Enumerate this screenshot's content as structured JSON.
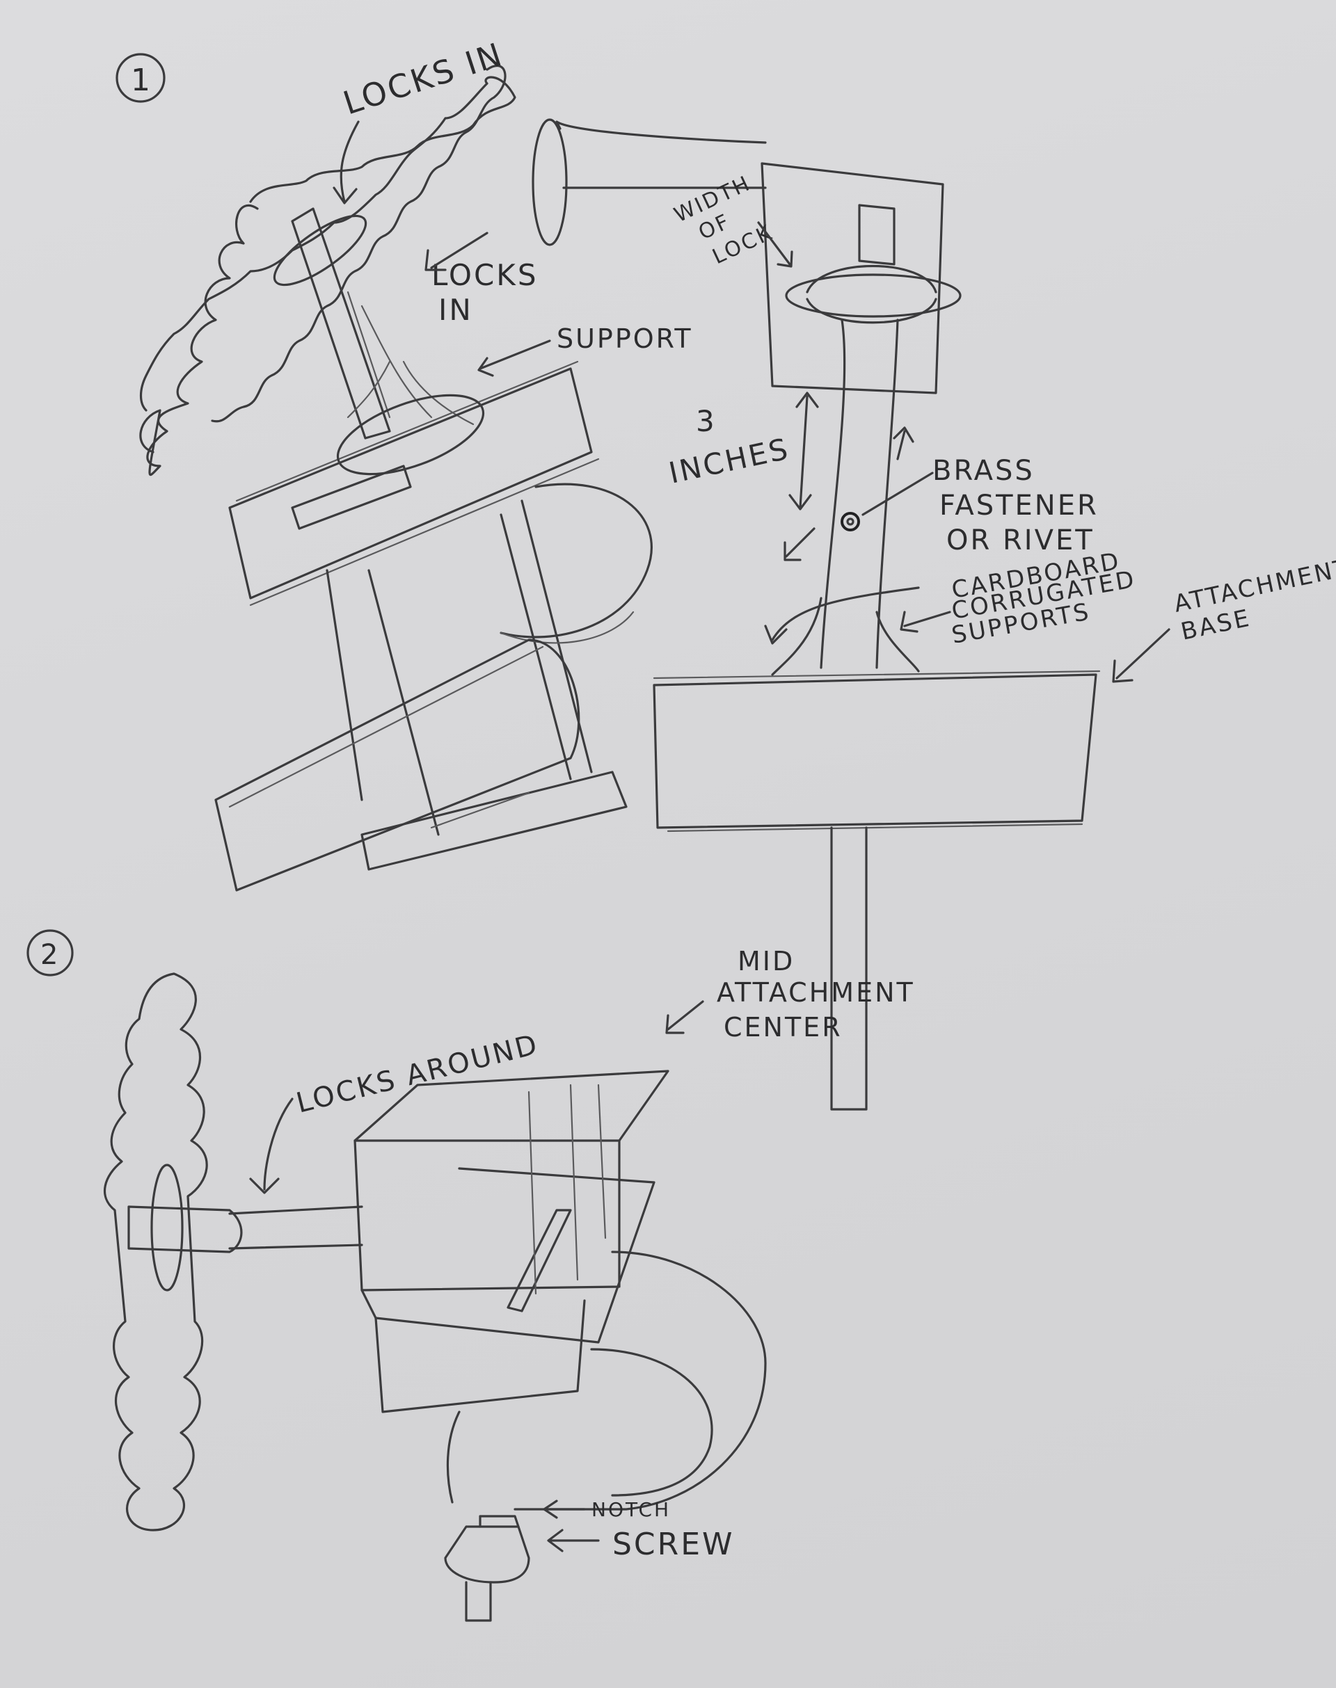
{
  "sketch1": {
    "number": "1",
    "locks_in_top": "LOCKS IN",
    "locks_in_mid": [
      "LOCKS",
      "IN"
    ],
    "support": "SUPPORT",
    "width_of_lock": [
      "WIDTH",
      "OF",
      "LOCK"
    ],
    "three_inches": [
      "3",
      "INCHES"
    ],
    "brass_fastener": [
      "BRASS",
      "FASTENER",
      "OR RIVET"
    ],
    "cardboard_supports": [
      "CARDBOARD",
      "CORRUGATED",
      "SUPPORTS"
    ],
    "attachment_base": [
      "ATTACHMENT",
      "BASE"
    ]
  },
  "sketch2": {
    "number": "2",
    "locks_around": "LOCKS AROUND",
    "mid_attachment_center": [
      "MID",
      "ATTACHMENT",
      "CENTER"
    ],
    "notch": "NOTCH",
    "screw": "SCREW"
  },
  "colors": {
    "paper": "#d9d9db",
    "pencil": "#3b3b3d"
  }
}
